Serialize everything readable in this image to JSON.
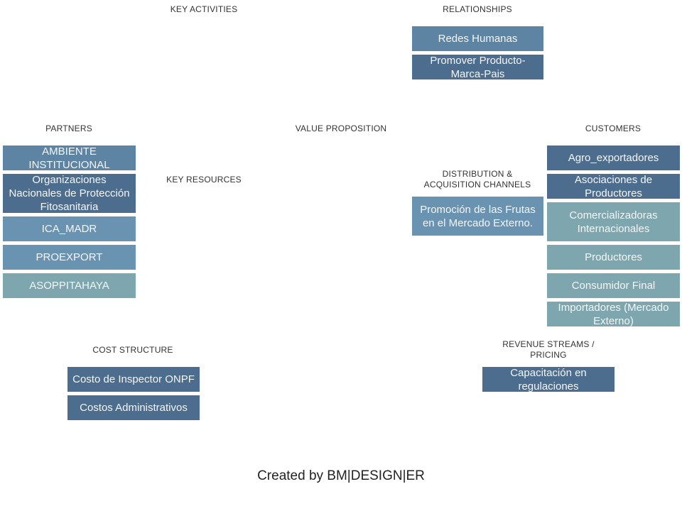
{
  "headers": {
    "key_activities": "KEY ACTIVITIES",
    "relationships": "RELATIONSHIPS",
    "partners": "PARTNERS",
    "value_proposition": "VALUE PROPOSITION",
    "customers": "CUSTOMERS",
    "key_resources": "KEY RESOURCES",
    "distribution": "DISTRIBUTION  &  ACQUISITION  CHANNELS",
    "cost_structure": "COST  STRUCTURE",
    "revenue_streams": "REVENUE STREAMS  /  PRICING"
  },
  "relationships": [
    "Redes Humanas",
    "Promover Producto-Marca-Pais"
  ],
  "partners": [
    "AMBIENTE INSTITUCIONAL",
    "Organizaciones Nacionales de Protección Fitosanitaria",
    "ICA_MADR",
    "PROEXPORT",
    "ASOPPITAHAYA"
  ],
  "distribution": [
    "Promoción de las Frutas en el Mercado Externo."
  ],
  "customers": [
    "Agro_exportadores",
    "Asociaciones de Productores",
    "Comercializadoras Internacionales",
    "Productores",
    "Consumidor Final",
    "Importadores (Mercado Externo)"
  ],
  "cost_structure": [
    "Costo de Inspector ONPF",
    "Costos Administrativos"
  ],
  "revenue_streams": [
    "Capacitación en regulaciones"
  ],
  "footer": "Created by BM|DESIGN|ER",
  "colors": {
    "dark_blue": "#4d6d8e",
    "mid_blue": "#5e84a3",
    "light_blue": "#6a93b1",
    "teal": "#7ea6ae"
  }
}
